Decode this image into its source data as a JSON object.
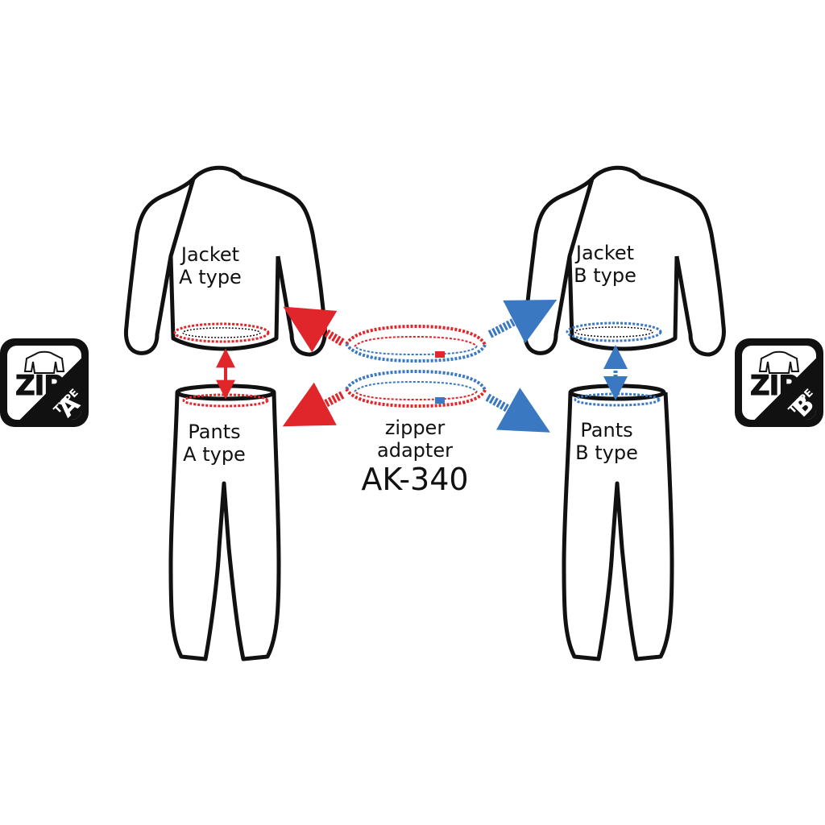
{
  "jacket_a": {
    "line1": "Jacket",
    "line2": "A type"
  },
  "pants_a": {
    "line1": "Pants",
    "line2": "A type"
  },
  "jacket_b": {
    "line1": "Jacket",
    "line2": "B type"
  },
  "pants_b": {
    "line1": "Pants",
    "line2": "B type"
  },
  "adapter": {
    "line1": "zipper",
    "line2": "adapter",
    "model": "AK-340"
  },
  "badge_a": {
    "zip": "ZIP",
    "type": "TYPE",
    "letter": "A"
  },
  "badge_b": {
    "zip": "ZIP",
    "type": "TYPE",
    "letter": "B"
  },
  "colors": {
    "type_a": "#e0262b",
    "type_b": "#3b78c2",
    "outline": "#111111"
  }
}
